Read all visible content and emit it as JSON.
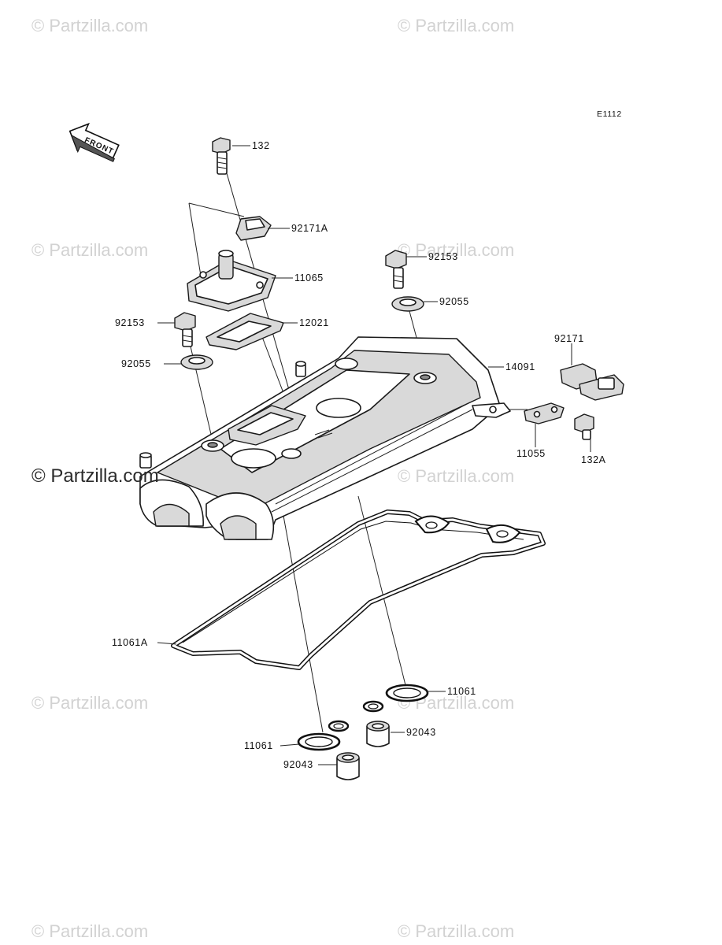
{
  "diagram_code": "E1112",
  "front_label": "FRONT",
  "watermarks": {
    "small": "© Partzilla.com",
    "large": "© Partzilla.com"
  },
  "callouts": {
    "c132": "132",
    "c92171A": "92171A",
    "c11065": "11065",
    "c92153_right": "92153",
    "c92055_right": "92055",
    "c92153_left": "92153",
    "c12021": "12021",
    "c92055_left": "92055",
    "c14091": "14091",
    "c92171": "92171",
    "c11055": "11055",
    "c132A": "132A",
    "c11061A": "11061A",
    "c11061_right": "11061",
    "c92043_right": "92043",
    "c11061_left": "11061",
    "c92043_left": "92043"
  }
}
